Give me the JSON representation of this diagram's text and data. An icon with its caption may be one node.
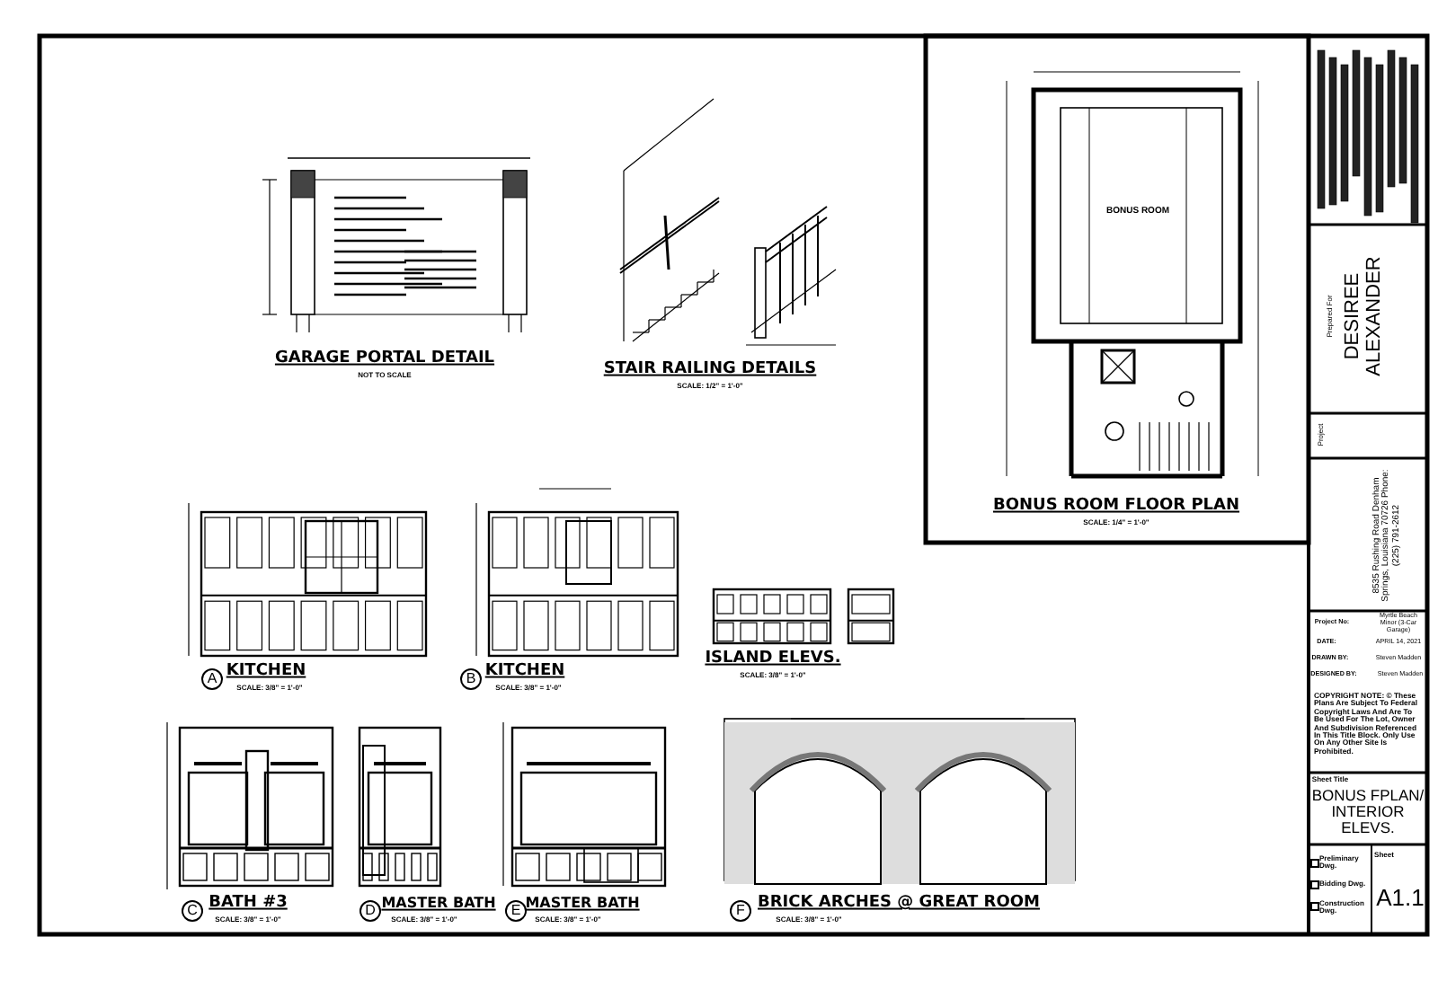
{
  "diagram": {
    "labels": [
      "GARAGE PORTAL DETAIL",
      "NOT TO SCALE",
      "STAIR RAILING DETAILS",
      "SCALE: 1/2\" = 1'-0\"",
      "BONUS ROOM",
      "BONUS ROOM FLOOR PLAN",
      "SCALE: 1/4\" = 1'-0\"",
      "A",
      "KITCHEN",
      "SCALE: 3/8\" = 1'-0\"",
      "B",
      "KITCHEN",
      "SCALE: 3/8\" = 1'-0\"",
      "ISLAND ELEVS.",
      "SCALE: 3/8\" = 1'-0\"",
      "C",
      "BATH #3",
      "SCALE: 3/8\" = 1'-0\"",
      "D",
      "MASTER BATH",
      "SCALE: 3/8\" = 1'-0\"",
      "E",
      "MASTER BATH",
      "SCALE: 3/8\" = 1'-0\"",
      "F",
      "BRICK ARCHES @ GREAT ROOM",
      "SCALE: 3/8\" = 1'-0\"",
      "Prepared For",
      "DESIREE ALEXANDER",
      "Project",
      "8535 Rushing Road Denham Springs, Louisiana 70726 Phone: (225) 791-2612",
      "Project No:",
      "Myrtle Beach Minor (3-Car Garage)",
      "DATE:",
      "APRIL 14, 2021",
      "DRAWN BY:",
      "Steven Madden",
      "DESIGNED BY:",
      "Steven Madden",
      "COPYRIGHT NOTE: © These Plans Are Subject To Federal Copyright Laws And Are To Be Used For The Lot, Owner And Subdivision Referenced In This Title Block. Only Use On Any Other Site Is Prohibited.",
      "Sheet Title",
      "BONUS FPLAN/ INTERIOR ELEVS.",
      "Preliminary Dwg.",
      "Bidding Dwg.",
      "Construction Dwg.",
      "Sheet",
      "A1.1"
    ]
  }
}
